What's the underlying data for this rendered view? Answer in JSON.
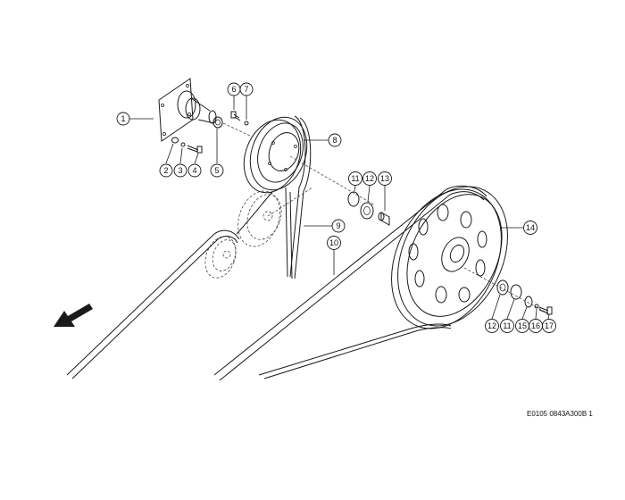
{
  "drawing": {
    "reference_code": "E0105 0843A300B 1",
    "callouts": [
      {
        "id": "c1",
        "label": "1"
      },
      {
        "id": "c2",
        "label": "2"
      },
      {
        "id": "c3",
        "label": "3"
      },
      {
        "id": "c4",
        "label": "4"
      },
      {
        "id": "c5",
        "label": "5"
      },
      {
        "id": "c6",
        "label": "6"
      },
      {
        "id": "c7",
        "label": "7"
      },
      {
        "id": "c8",
        "label": "8"
      },
      {
        "id": "c9",
        "label": "9"
      },
      {
        "id": "c10",
        "label": "10"
      },
      {
        "id": "c11a",
        "label": "11"
      },
      {
        "id": "c12a",
        "label": "12"
      },
      {
        "id": "c13",
        "label": "13"
      },
      {
        "id": "c14",
        "label": "14"
      },
      {
        "id": "c12b",
        "label": "12"
      },
      {
        "id": "c11b",
        "label": "11"
      },
      {
        "id": "c15",
        "label": "15"
      },
      {
        "id": "c16",
        "label": "16"
      },
      {
        "id": "c17",
        "label": "17"
      }
    ]
  }
}
